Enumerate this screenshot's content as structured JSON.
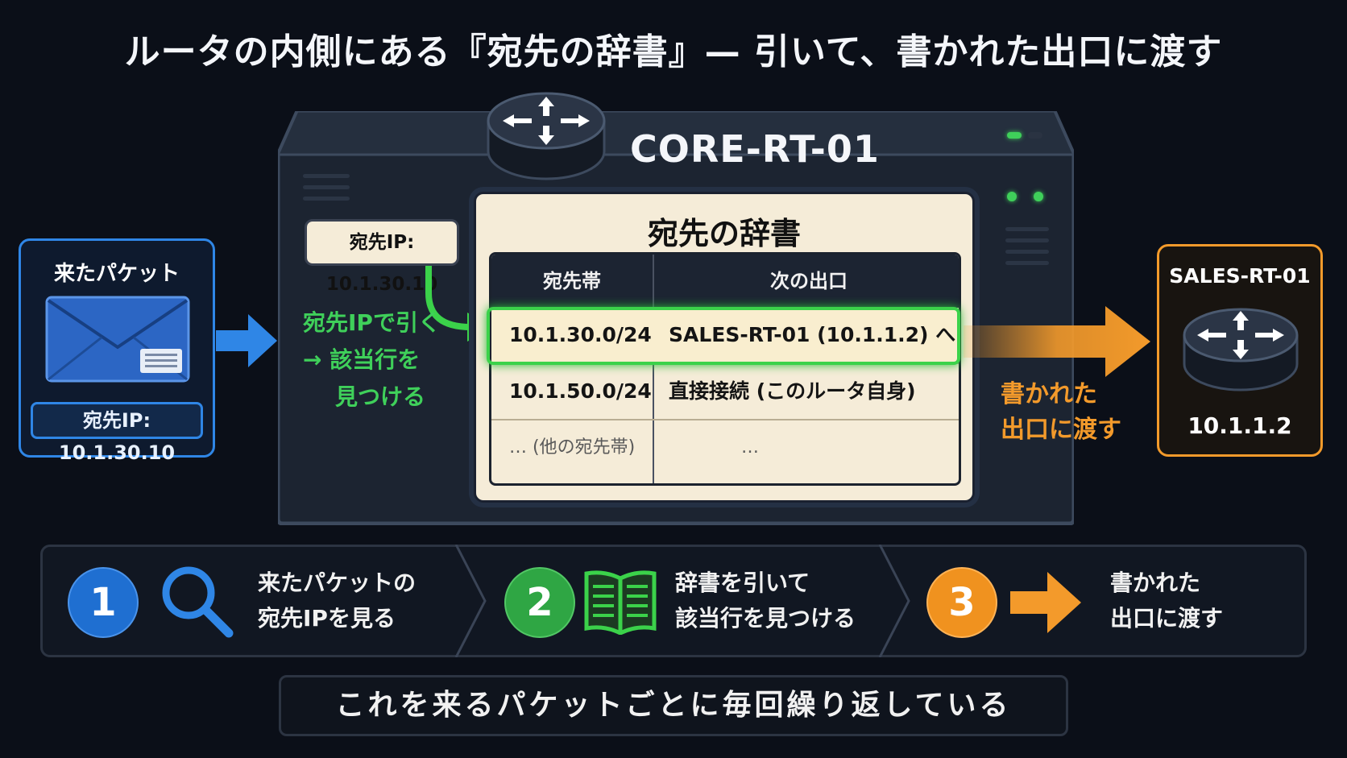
{
  "title": "ルータの内側にある『宛先の辞書』— 引いて、書かれた出口に渡す",
  "incoming": {
    "label": "来たパケット",
    "dest_ip": "宛先IP: 10.1.30.10"
  },
  "router": {
    "name": "CORE-RT-01",
    "ip_tag": "宛先IP: 10.1.30.10"
  },
  "dictionary": {
    "title": "宛先の辞書",
    "columns": [
      "宛先帯",
      "次の出口"
    ],
    "rows": [
      {
        "dest": "10.1.30.0/24",
        "next": "SALES-RT-01 (10.1.1.2) へ"
      },
      {
        "dest": "10.1.50.0/24",
        "next": "直接接続 (このルータ自身)"
      },
      {
        "dest": "… (他の宛先帯)",
        "next": "…"
      }
    ]
  },
  "notes": {
    "lookup": [
      "宛先IPで引く",
      "→ 該当行を",
      "見つける"
    ],
    "handoff": [
      "書かれた",
      "出口に渡す"
    ]
  },
  "destination": {
    "name": "SALES-RT-01",
    "ip": "10.1.1.2"
  },
  "steps": [
    {
      "num": "1",
      "line1": "来たパケットの",
      "line2": "宛先IPを見る",
      "icon": "search-icon",
      "color": "#1f6fd1"
    },
    {
      "num": "2",
      "line1": "辞書を引いて",
      "line2": "該当行を見つける",
      "icon": "book-icon",
      "color": "#2fa644"
    },
    {
      "num": "3",
      "line1": "書かれた",
      "line2": "出口に渡す",
      "icon": "arrow-right-icon",
      "color": "#f0921f"
    }
  ],
  "footer": "これを来るパケットごとに毎回繰り返している",
  "colors": {
    "blue": "#2f86e6",
    "green": "#3bd24a",
    "orange": "#f39a2b",
    "background": "#0b0f18"
  }
}
